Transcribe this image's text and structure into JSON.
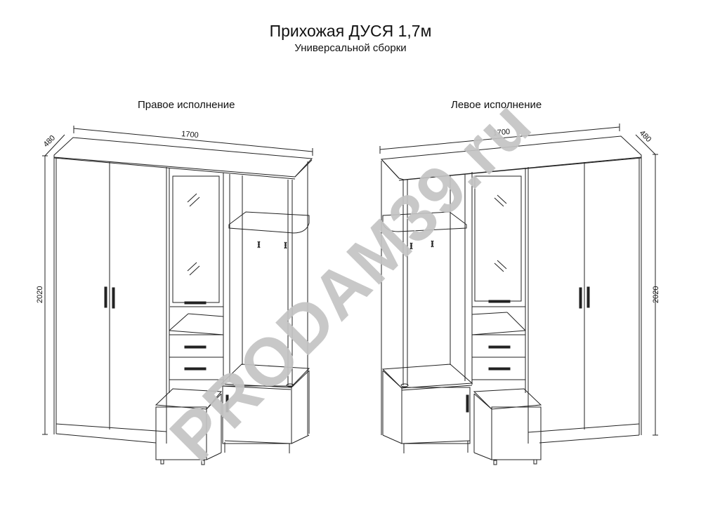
{
  "header": {
    "title": "Прихожая ДУСЯ 1,7м",
    "subtitle": "Универсальной сборки"
  },
  "variants": [
    {
      "label": "Правое исполнение",
      "dimensions": {
        "width": "1700",
        "depth": "480",
        "height": "2020"
      }
    },
    {
      "label": "Левое исполнение",
      "dimensions": {
        "width": "1700",
        "depth": "480",
        "height": "2020"
      }
    }
  ],
  "watermark": {
    "text": "PRODAM39.ru",
    "color": "#c4c4c4"
  },
  "colors": {
    "line": "#222222",
    "background": "#ffffff"
  }
}
